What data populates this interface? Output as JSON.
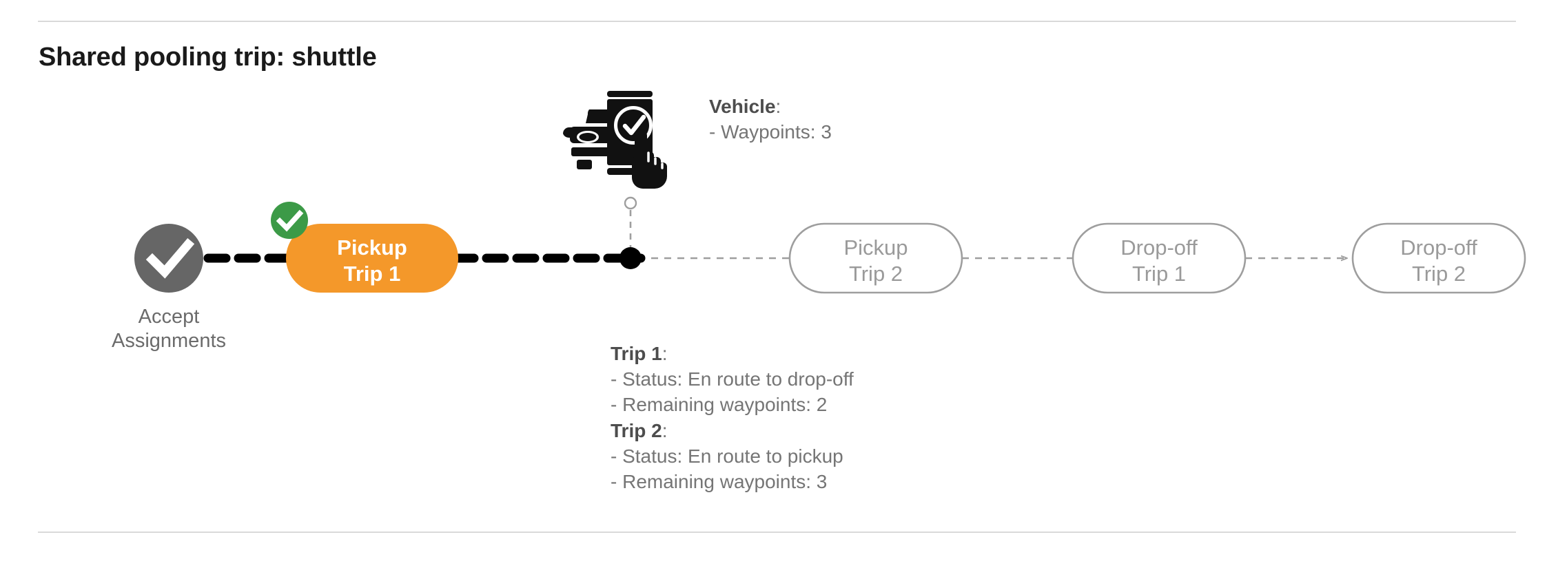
{
  "page": {
    "title": "Shared pooling trip: shuttle",
    "divider_color": "#d9d9d9",
    "background": "#ffffff"
  },
  "colors": {
    "active_node": "#f4982a",
    "completed_badge": "#3c9a47",
    "start_node": "#666666",
    "pending_node_stroke": "#9e9e9e",
    "pending_node_text": "#9a9a9a",
    "active_path": "#000000",
    "pending_path": "#9e9e9e",
    "annotation_header": "#4d4d4d",
    "annotation_body": "#757575"
  },
  "timeline": {
    "start_node": {
      "name": "accept-assignments",
      "icon": "check-circle-icon",
      "caption": "Accept\nAssignments",
      "state": "completed"
    },
    "nodes": [
      {
        "id": "pickup-trip-1",
        "label": "Pickup\nTrip 1",
        "state": "active",
        "badge": "check-icon"
      },
      {
        "id": "pickup-trip-2",
        "label": "Pickup\nTrip 2",
        "state": "pending",
        "badge": null
      },
      {
        "id": "drop-off-trip-1",
        "label": "Drop-off\nTrip 1",
        "state": "pending",
        "badge": null
      },
      {
        "id": "drop-off-trip-2",
        "label": "Drop-off\nTrip 2",
        "state": "pending",
        "badge": null
      }
    ],
    "current_position_marker": {
      "name": "vehicle-position-marker",
      "state": "current"
    }
  },
  "vehicle_annotation": {
    "header": "Vehicle",
    "header_suffix": ":",
    "lines": [
      "- Waypoints: 3"
    ]
  },
  "trip_annotations": [
    {
      "header": "Trip 1",
      "header_suffix": ":",
      "lines": [
        "- Status:  En route to drop-off",
        "- Remaining waypoints: 2"
      ]
    },
    {
      "header": "Trip 2",
      "header_suffix": ":",
      "lines": [
        "- Status:  En route to pickup",
        "- Remaining waypoints: 3"
      ]
    }
  ]
}
